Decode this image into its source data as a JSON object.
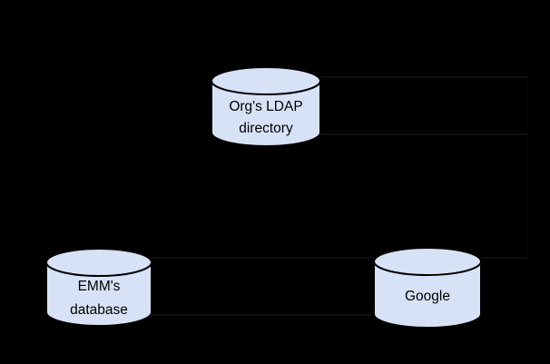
{
  "colors": {
    "background": "#000000",
    "node_fill": "#d8e2f6",
    "node_stroke": "#000000",
    "label_text": "#000000",
    "faint_line": "#14171c"
  },
  "diagram": {
    "type": "entity-diagram",
    "nodes": [
      {
        "id": "orgs-ldap-directory",
        "shape": "database-cylinder",
        "label": "Org's LDAP directory",
        "lines": [
          "Org's LDAP",
          "directory"
        ]
      },
      {
        "id": "emms-database",
        "shape": "database-cylinder",
        "label": "EMM's database",
        "lines": [
          "EMM's",
          "database"
        ]
      },
      {
        "id": "google",
        "shape": "database-cylinder",
        "label": "Google",
        "lines": [
          "Google"
        ]
      }
    ]
  }
}
